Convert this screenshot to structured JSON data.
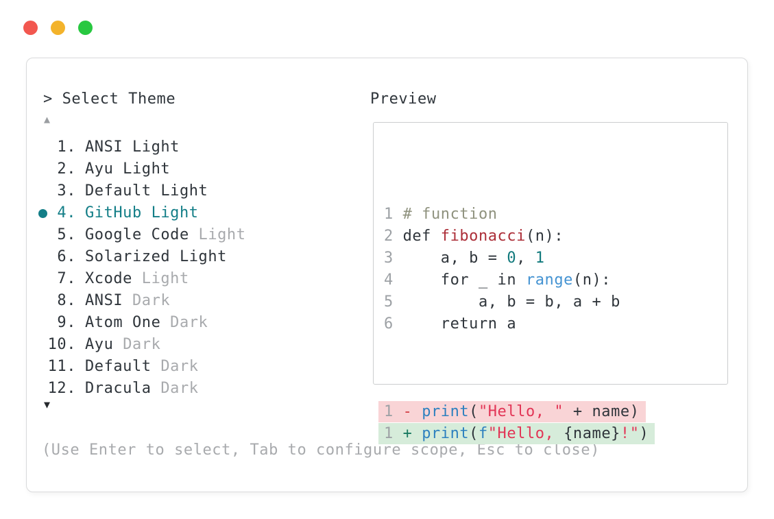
{
  "colors": {
    "accent": "#137e87",
    "traffic_red": "#f2574f",
    "traffic_yellow": "#f3b32b",
    "traffic_green": "#28c840",
    "diff_removed_bg": "#f9d4d6",
    "diff_added_bg": "#d6ecda",
    "string_red": "#e23556",
    "builtin_blue": "#4493d2",
    "print_blue": "#2e81bf",
    "function_red": "#ac2e38",
    "number_teal": "#10797c",
    "comment_olive": "#8f927e"
  },
  "window": {
    "traffic_lights": [
      "#f2574f",
      "#f3b32b",
      "#28c840"
    ],
    "prompt": "> Select Theme",
    "scroll_up_symbol": "▲",
    "scroll_down_symbol": "▼",
    "help": "(Use Enter to select, Tab to configure scope, Esc to close)"
  },
  "theme_list": {
    "selected_number": "4.",
    "items": [
      {
        "number": "1.",
        "name": "ANSI Light",
        "suffix": "",
        "selected": false
      },
      {
        "number": "2.",
        "name": "Ayu Light",
        "suffix": "",
        "selected": false
      },
      {
        "number": "3.",
        "name": "Default Light",
        "suffix": "",
        "selected": false
      },
      {
        "number": "4.",
        "name": "GitHub Light",
        "suffix": "",
        "selected": true
      },
      {
        "number": "5.",
        "name": "Google Code",
        "suffix": "Light",
        "selected": false
      },
      {
        "number": "6.",
        "name": "Solarized Light",
        "suffix": "",
        "selected": false
      },
      {
        "number": "7.",
        "name": "Xcode",
        "suffix": "Light",
        "selected": false
      },
      {
        "number": "8.",
        "name": "ANSI",
        "suffix": "Dark",
        "selected": false
      },
      {
        "number": "9.",
        "name": "Atom One",
        "suffix": "Dark",
        "selected": false
      },
      {
        "number": "10.",
        "name": "Ayu",
        "suffix": "Dark",
        "selected": false
      },
      {
        "number": "11.",
        "name": "Default",
        "suffix": "Dark",
        "selected": false
      },
      {
        "number": "12.",
        "name": "Dracula",
        "suffix": "Dark",
        "selected": false
      }
    ]
  },
  "preview": {
    "label": "Preview",
    "code_lines": [
      {
        "ln": "1",
        "tokens": [
          {
            "t": "# function",
            "c": "comment"
          }
        ]
      },
      {
        "ln": "2",
        "tokens": [
          {
            "t": "def ",
            "c": "text"
          },
          {
            "t": "fibonacci",
            "c": "func"
          },
          {
            "t": "(n):",
            "c": "text"
          }
        ]
      },
      {
        "ln": "3",
        "tokens": [
          {
            "t": "    a, b = ",
            "c": "text"
          },
          {
            "t": "0",
            "c": "num"
          },
          {
            "t": ", ",
            "c": "text"
          },
          {
            "t": "1",
            "c": "num"
          }
        ]
      },
      {
        "ln": "4",
        "tokens": [
          {
            "t": "    for _ in ",
            "c": "text"
          },
          {
            "t": "range",
            "c": "builtin"
          },
          {
            "t": "(n):",
            "c": "text"
          }
        ]
      },
      {
        "ln": "5",
        "tokens": [
          {
            "t": "        a, b = b, a + b",
            "c": "text"
          }
        ]
      },
      {
        "ln": "6",
        "tokens": [
          {
            "t": "    return a",
            "c": "text"
          }
        ]
      }
    ],
    "diff_lines": [
      {
        "ln": "1",
        "kind": "removed",
        "tokens": [
          {
            "t": "- ",
            "c": "minus"
          },
          {
            "t": "print",
            "c": "print"
          },
          {
            "t": "(",
            "c": "text"
          },
          {
            "t": "\"Hello, \"",
            "c": "string"
          },
          {
            "t": " + name)",
            "c": "text"
          }
        ]
      },
      {
        "ln": "1",
        "kind": "added",
        "tokens": [
          {
            "t": "+ ",
            "c": "plus"
          },
          {
            "t": "print",
            "c": "print"
          },
          {
            "t": "(",
            "c": "text"
          },
          {
            "t": "f",
            "c": "print"
          },
          {
            "t": "\"Hello, ",
            "c": "string"
          },
          {
            "t": "{name}",
            "c": "text"
          },
          {
            "t": "!\"",
            "c": "string"
          },
          {
            "t": ")",
            "c": "text"
          }
        ]
      }
    ]
  }
}
